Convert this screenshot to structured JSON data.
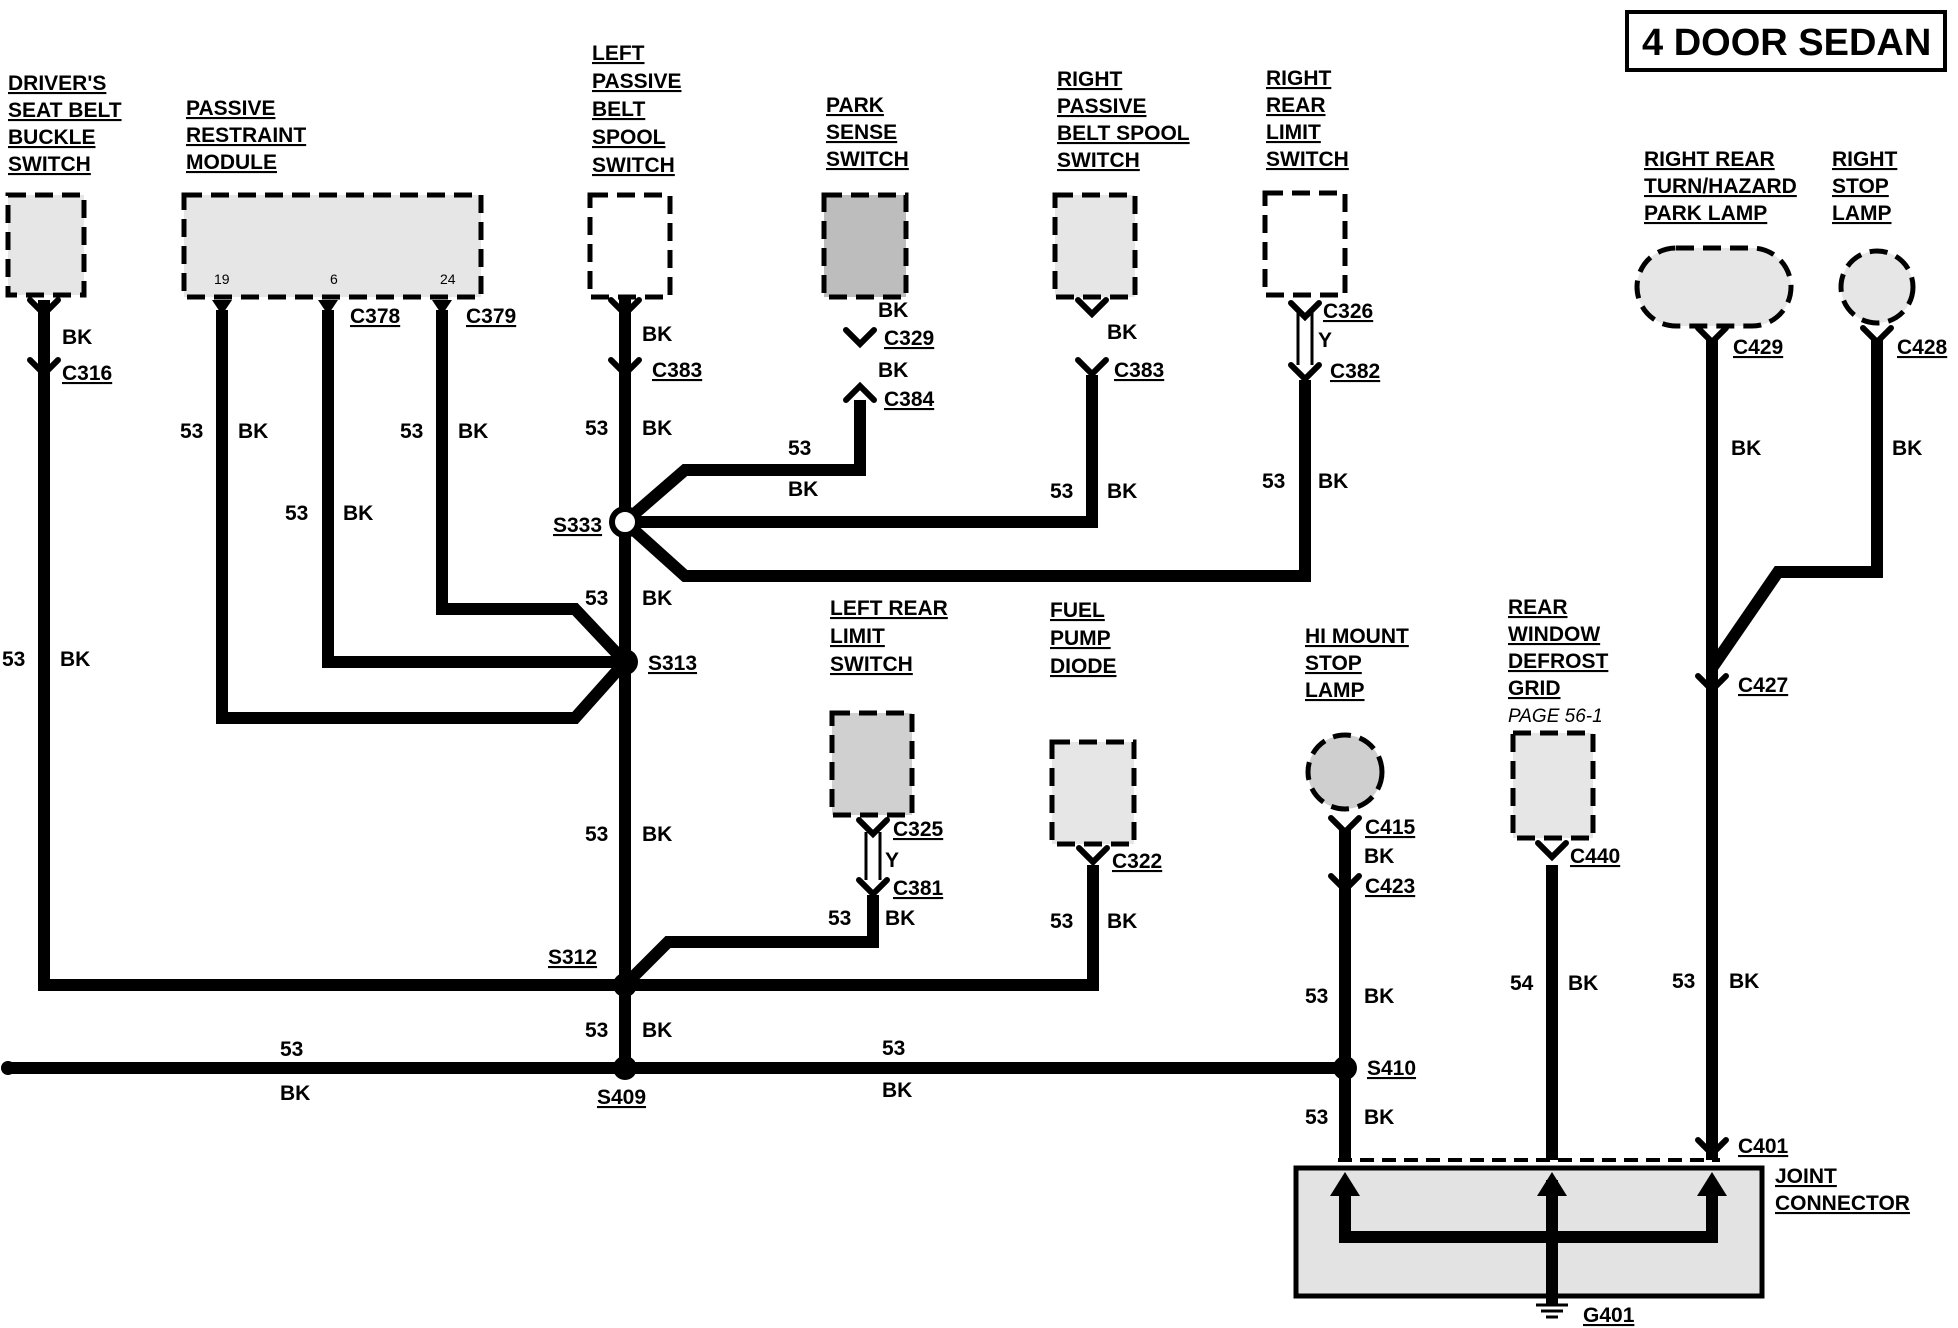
{
  "title": "4 DOOR SEDAN",
  "components": {
    "drivers_seat_belt_switch": [
      "DRIVER'S",
      "SEAT BELT",
      "BUCKLE",
      "SWITCH"
    ],
    "passive_restraint_module": [
      "PASSIVE",
      "RESTRAINT",
      "MODULE"
    ],
    "left_passive_belt_spool_switch": [
      "LEFT",
      "PASSIVE",
      "BELT",
      "SPOOL",
      "SWITCH"
    ],
    "park_sense_switch": [
      "PARK",
      "SENSE",
      "SWITCH"
    ],
    "right_passive_belt_spool_switch": [
      "RIGHT",
      "PASSIVE",
      "BELT SPOOL",
      "SWITCH"
    ],
    "right_rear_limit_switch": [
      "RIGHT",
      "REAR",
      "LIMIT",
      "SWITCH"
    ],
    "right_rear_turn_lamp": [
      "RIGHT REAR",
      "TURN/HAZARD",
      "PARK LAMP"
    ],
    "right_stop_lamp": [
      "RIGHT",
      "STOP",
      "LAMP"
    ],
    "left_rear_limit_switch": [
      "LEFT REAR",
      "LIMIT",
      "SWITCH"
    ],
    "fuel_pump_diode": [
      "FUEL",
      "PUMP",
      "DIODE"
    ],
    "hi_mount_stop_lamp": [
      "HI MOUNT",
      "STOP",
      "LAMP"
    ],
    "rear_window_defrost_grid": [
      "REAR",
      "WINDOW",
      "DEFROST",
      "GRID"
    ],
    "rear_defrost_page_ref": "PAGE 56-1",
    "joint_connector": [
      "JOINT",
      "CONNECTOR"
    ]
  },
  "pins": {
    "p19": "19",
    "p6": "6",
    "p24": "24"
  },
  "connectors": {
    "c316": "C316",
    "c378": "C378",
    "c379": "C379",
    "c383a": "C383",
    "c329": "C329",
    "c384": "C384",
    "c383b": "C383",
    "c326": "C326",
    "c382": "C382",
    "c429": "C429",
    "c428": "C428",
    "c427": "C427",
    "c325": "C325",
    "c381": "C381",
    "c322": "C322",
    "c415": "C415",
    "c423": "C423",
    "c440": "C440",
    "c401": "C401",
    "g401": "G401"
  },
  "splices": {
    "s333": "S333",
    "s313": "S313",
    "s312": "S312",
    "s409": "S409",
    "s410": "S410"
  },
  "wire_labels": {
    "circuit_53": "53",
    "circuit_54": "54",
    "color_bk": "BK",
    "color_y": "Y"
  }
}
